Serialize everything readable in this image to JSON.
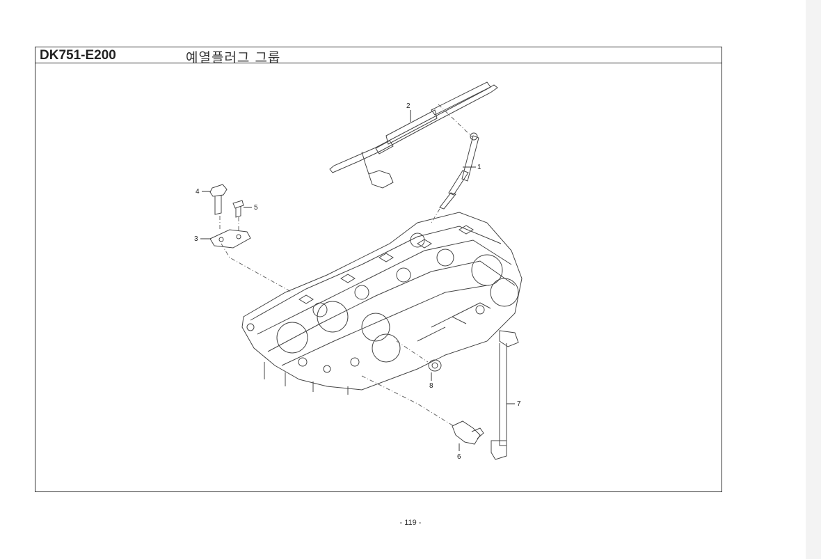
{
  "header": {
    "code": "DK751-E200",
    "title": "예열플러그 그룹"
  },
  "callouts": [
    "1",
    "2",
    "3",
    "4",
    "5",
    "6",
    "7",
    "8"
  ],
  "footer": {
    "page_number": "- 119 -"
  }
}
